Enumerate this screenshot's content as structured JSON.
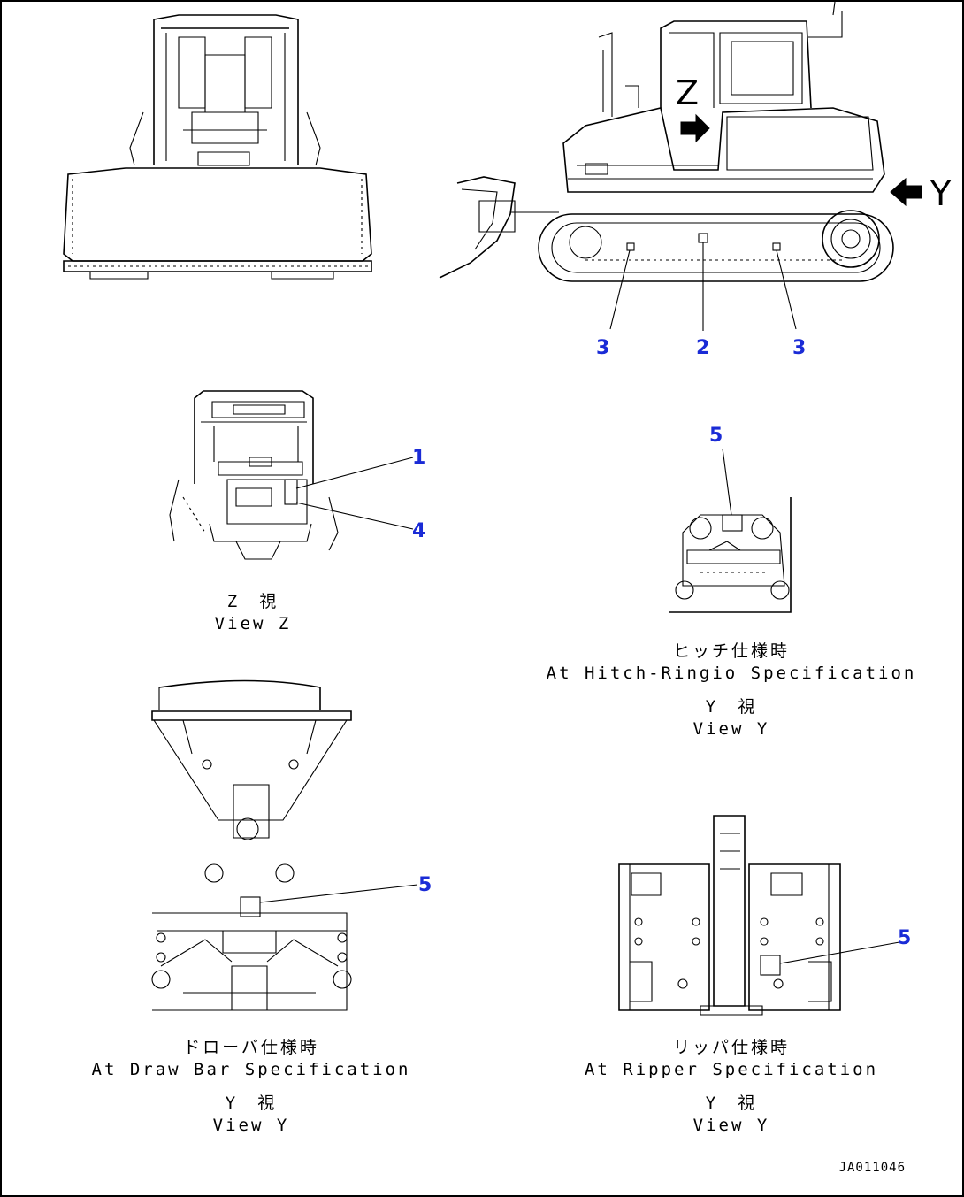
{
  "callouts": {
    "c1": "1",
    "c2": "2",
    "c3a": "3",
    "c3b": "3",
    "c4": "4",
    "c5_hitch": "5",
    "c5_drawbar": "5",
    "c5_ripper": "5"
  },
  "view_arrows": {
    "z": "Z",
    "y": "Y"
  },
  "captions": {
    "view_z_jp": "Z　視",
    "view_z_en": "View Z",
    "hitch_jp": "ヒッチ仕様時",
    "hitch_en": "At Hitch-Ringio Specification",
    "hitch_view_jp": "Y　視",
    "hitch_view_en": "View Y",
    "drawbar_jp": "ドローバ仕様時",
    "drawbar_en": "At Draw Bar Specification",
    "drawbar_view_jp": "Y　視",
    "drawbar_view_en": "View Y",
    "ripper_jp": "リッパ仕様時",
    "ripper_en": "At Ripper Specification",
    "ripper_view_jp": "Y　視",
    "ripper_view_en": "View Y"
  },
  "drawing_code": "JA011046",
  "colors": {
    "callout": "#1a2bd6",
    "line": "#000000"
  }
}
